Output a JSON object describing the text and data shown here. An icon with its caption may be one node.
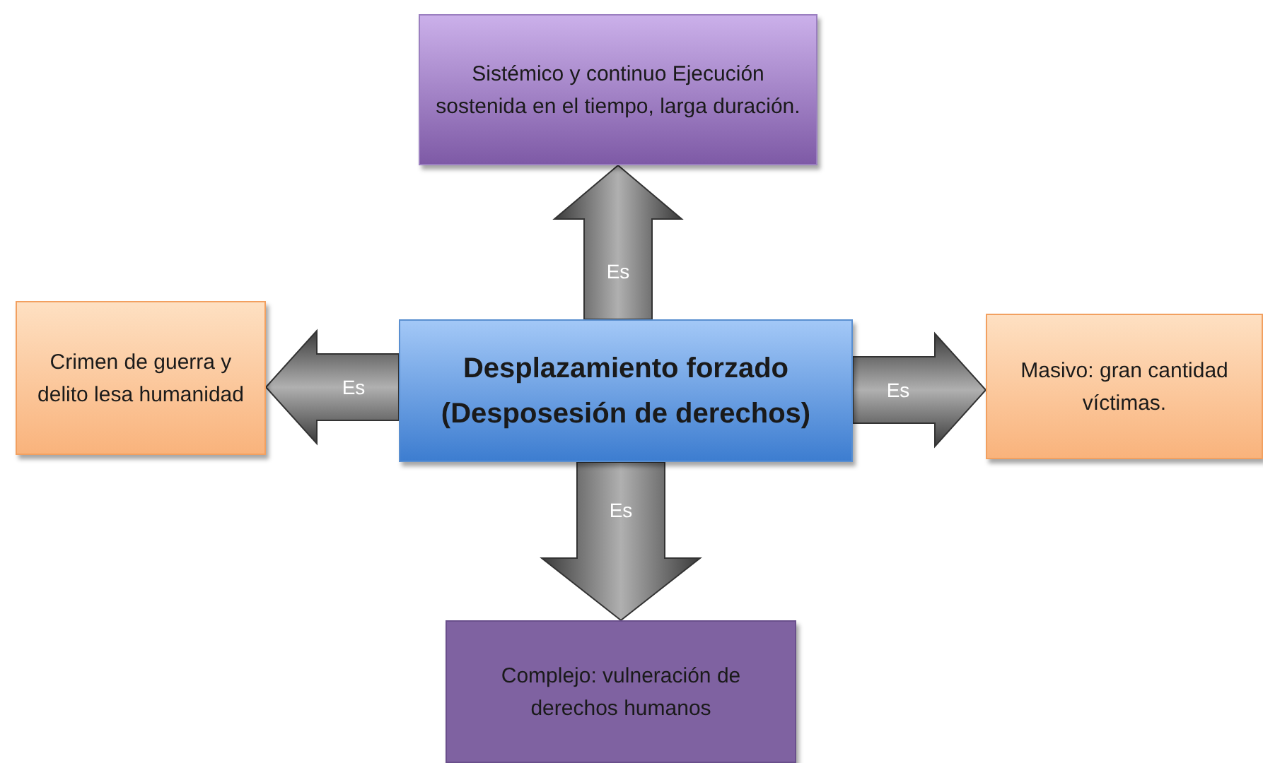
{
  "diagram": {
    "nodes": [
      {
        "text": [
          "Sistémico y continuo Ejecución sostenida en el tiempo, larga duración."
        ]
      },
      {
        "text": [
          "Crimen de guerra y delito lesa humanidad"
        ]
      },
      {
        "text": [
          "Desplazamiento forzado (Desposesión de derechos)"
        ]
      },
      {
        "text": [
          "Masivo: gran cantidad víctimas."
        ]
      },
      {
        "text": [
          "Complejo: vulneración de derechos humanos"
        ]
      }
    ],
    "edges": [
      {
        "from": 2,
        "to": 0,
        "arrow": "to",
        "label": "Es"
      },
      {
        "from": 2,
        "to": 1,
        "arrow": "to",
        "label": "Es"
      },
      {
        "from": 2,
        "to": 3,
        "arrow": "to",
        "label": "Es"
      },
      {
        "from": 2,
        "to": 4,
        "arrow": "to",
        "label": "Es"
      }
    ]
  }
}
